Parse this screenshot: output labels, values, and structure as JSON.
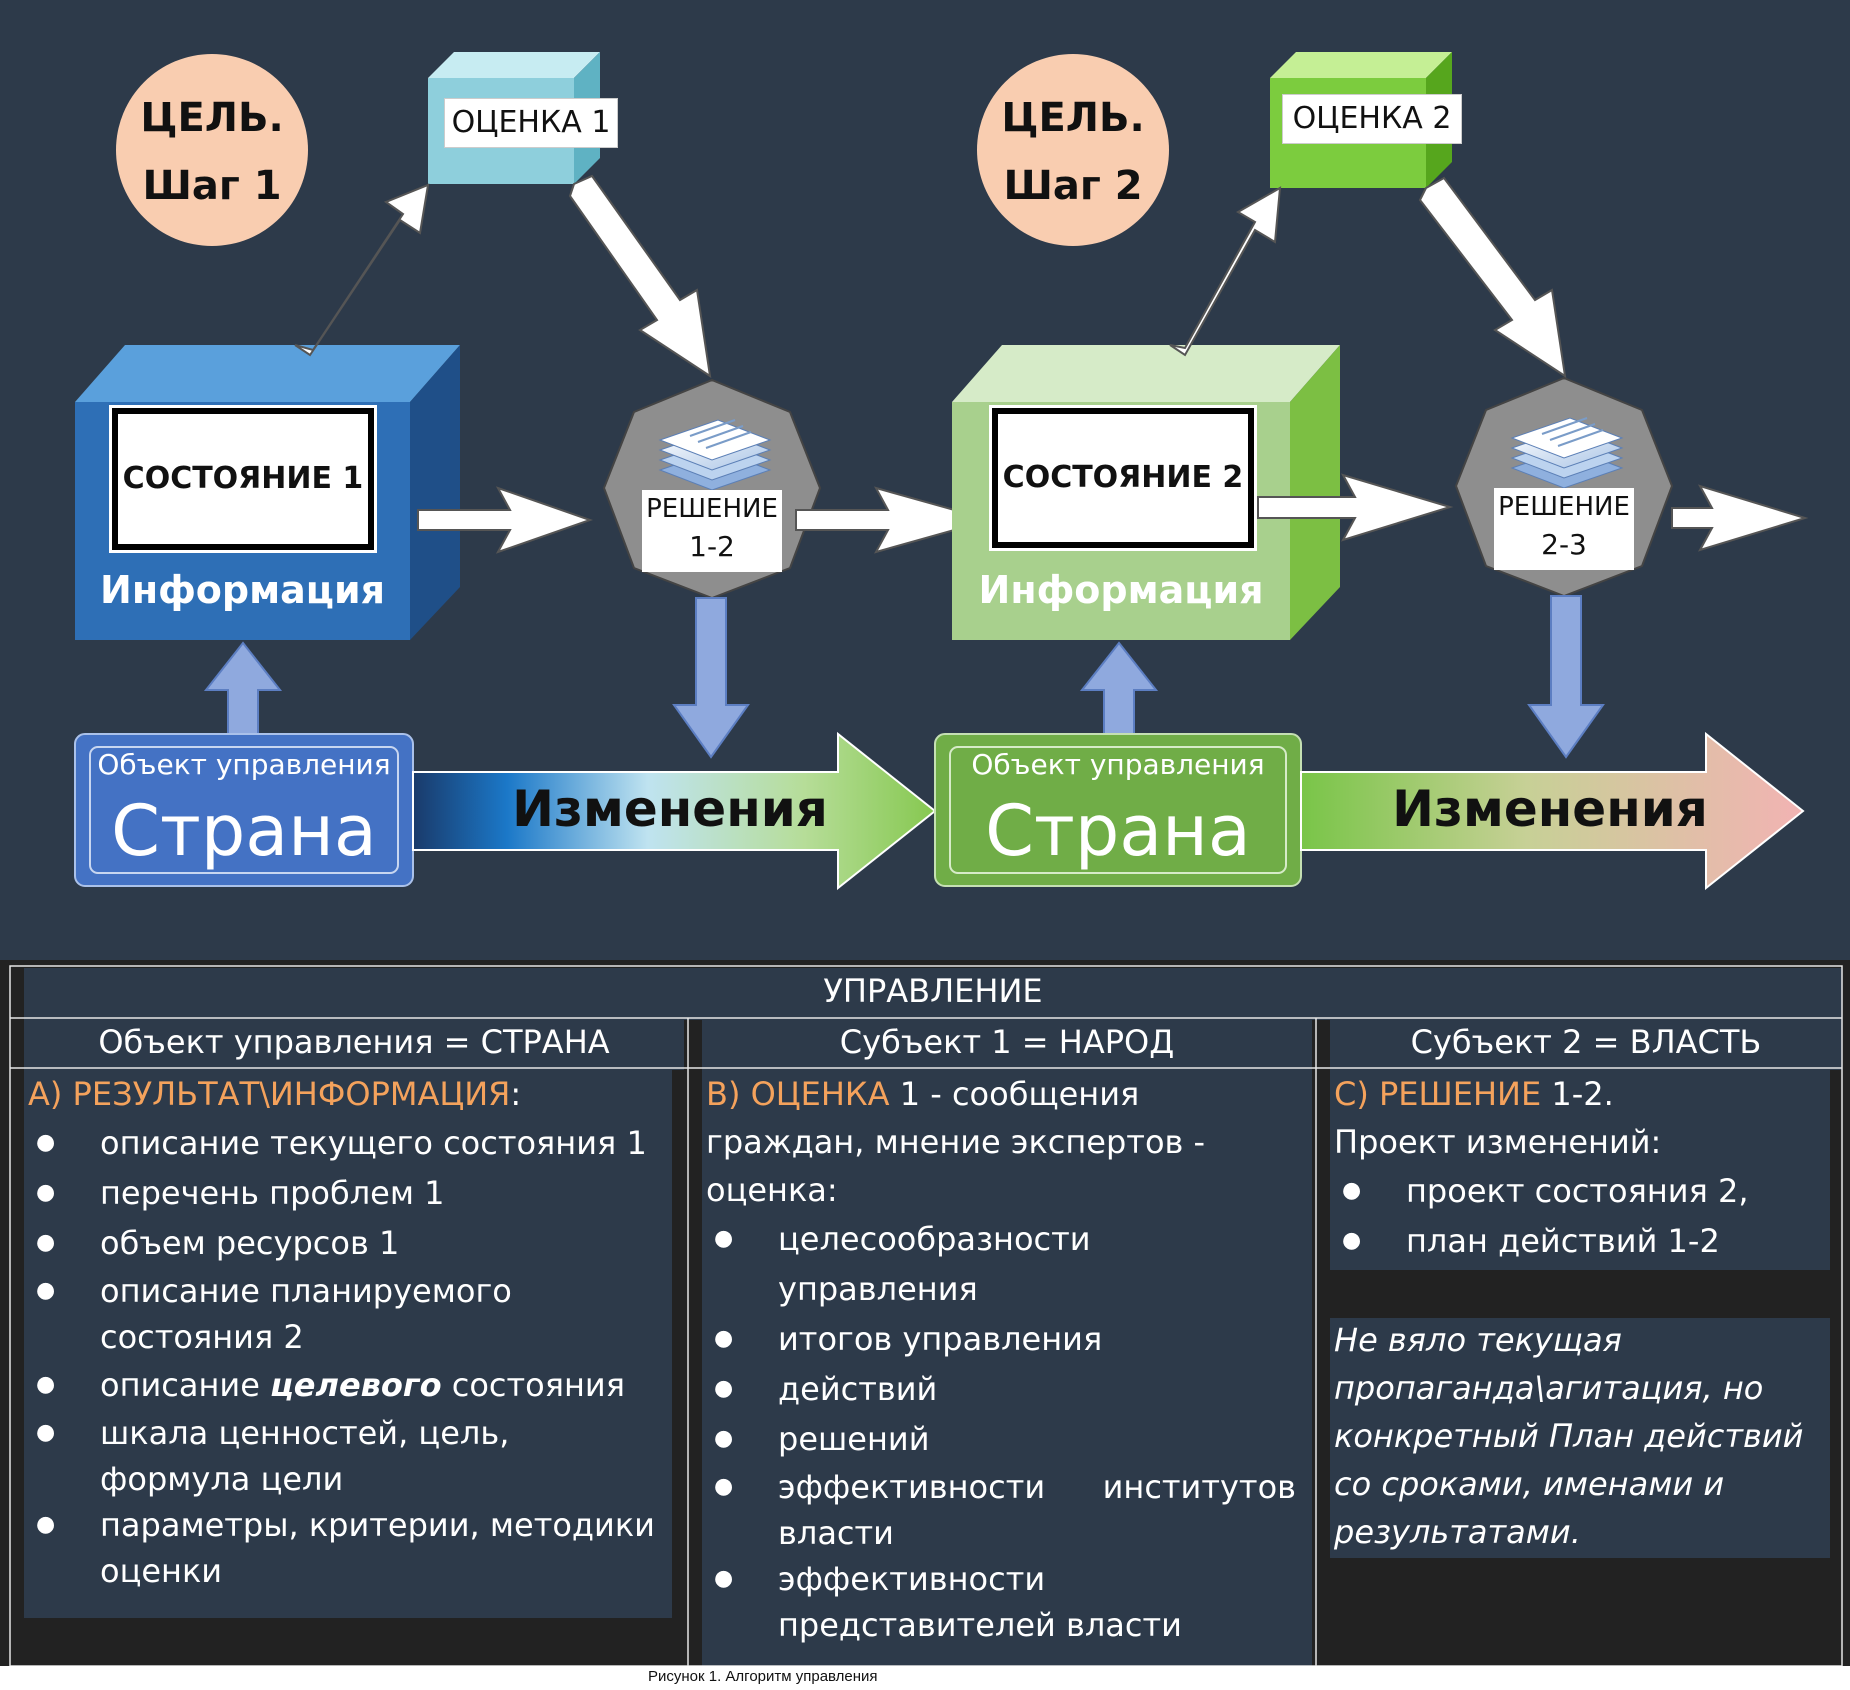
{
  "diagram": {
    "step1": {
      "goal_line1": "ЦЕЛЬ.",
      "goal_line2": "Шаг 1",
      "evaluation": "ОЦЕНКА 1",
      "state": "СОСТОЯНИЕ  1",
      "info": "Информация",
      "decision_line1": "РЕШЕНИЕ",
      "decision_line2": "1-2",
      "object_small": "Объект управления",
      "object_big": "Страна",
      "changes": "Изменения"
    },
    "step2": {
      "goal_line1": "ЦЕЛЬ.",
      "goal_line2": "Шаг 2",
      "evaluation": "ОЦЕНКА 2",
      "state": "СОСТОЯНИЕ  2",
      "info": "Информация",
      "decision_line1": "РЕШЕНИЕ",
      "decision_line2": "2-3",
      "object_small": "Объект управления",
      "object_big": "Страна",
      "changes": "Изменения"
    },
    "colors": {
      "background": "#2d3a4a",
      "goal_circle": "#f9cdb0",
      "cube1_front": "#2e6fb6",
      "cube2_front": "#a8d08d",
      "eval1": "#8ecfdc",
      "eval2": "#7ccc3e",
      "object1": "#4472c4",
      "object2": "#70ad47"
    }
  },
  "table": {
    "title": "УПРАВЛЕНИЕ",
    "columns": [
      {
        "header": "Объект управления = СТРАНА",
        "intro_prefix": "A) РЕЗУЛЬТАТ\\ИНФОРМАЦИЯ",
        "intro_suffix": ":",
        "items": [
          "описание текущего состояния 1",
          "перечень проблем 1",
          "объем ресурсов 1",
          "описание планируемого состояния 2",
          "описание ",
          "шкала ценностей, цель, формула цели",
          "параметры, критерии, методики оценки"
        ],
        "item5_emph": "целевого",
        "item5_tail": " состояния"
      },
      {
        "header": "Субъект 1 = НАРОД",
        "intro_prefix": "B) ОЦЕНКА",
        "intro_suffix": " 1 - сообщения граждан, мнение экспертов - оценка:",
        "items": [
          "целесообразности управления",
          "итогов управления",
          "действий",
          "решений",
          "эффективности институтов власти",
          "эффективности представителей власти"
        ]
      },
      {
        "header": "Субъект 2 = ВЛАСТЬ",
        "intro_prefix": "C) РЕШЕНИЕ",
        "intro_suffix": " 1-2.",
        "line2": "Проект изменений:",
        "items": [
          "проект состояния 2,",
          "план действий 1-2"
        ],
        "note": "Не вяло текущая пропаганда\\агитация, но конкретный План действий со сроками, именами и результатами."
      }
    ]
  },
  "caption": "Рисунок 1. Алгоритм управления"
}
